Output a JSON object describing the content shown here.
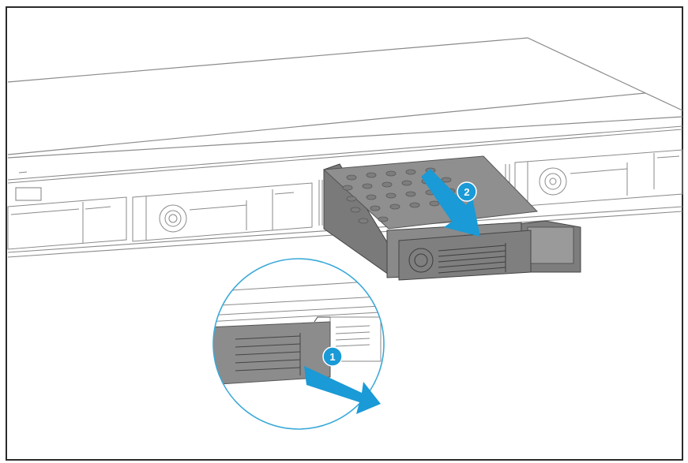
{
  "diagram": {
    "subject": "Rackmount NAS drive tray removal",
    "colors": {
      "border": "#2b2b2b",
      "line": "#8a8a8a",
      "tray_fill": "#8f8f8f",
      "tray_dark": "#6f6f6f",
      "accent_blue": "#1a9ad6",
      "callout_circle": "#3aa9d8"
    },
    "steps": [
      {
        "number": "1",
        "description": "Pull tray handle release (magnified callout)"
      },
      {
        "number": "2",
        "description": "Slide drive tray out of bay"
      }
    ],
    "bays": [
      {
        "id": "bay-1",
        "state": "installed"
      },
      {
        "id": "bay-2",
        "state": "installed"
      },
      {
        "id": "bay-3",
        "state": "removed"
      },
      {
        "id": "bay-4",
        "state": "installed"
      }
    ]
  }
}
